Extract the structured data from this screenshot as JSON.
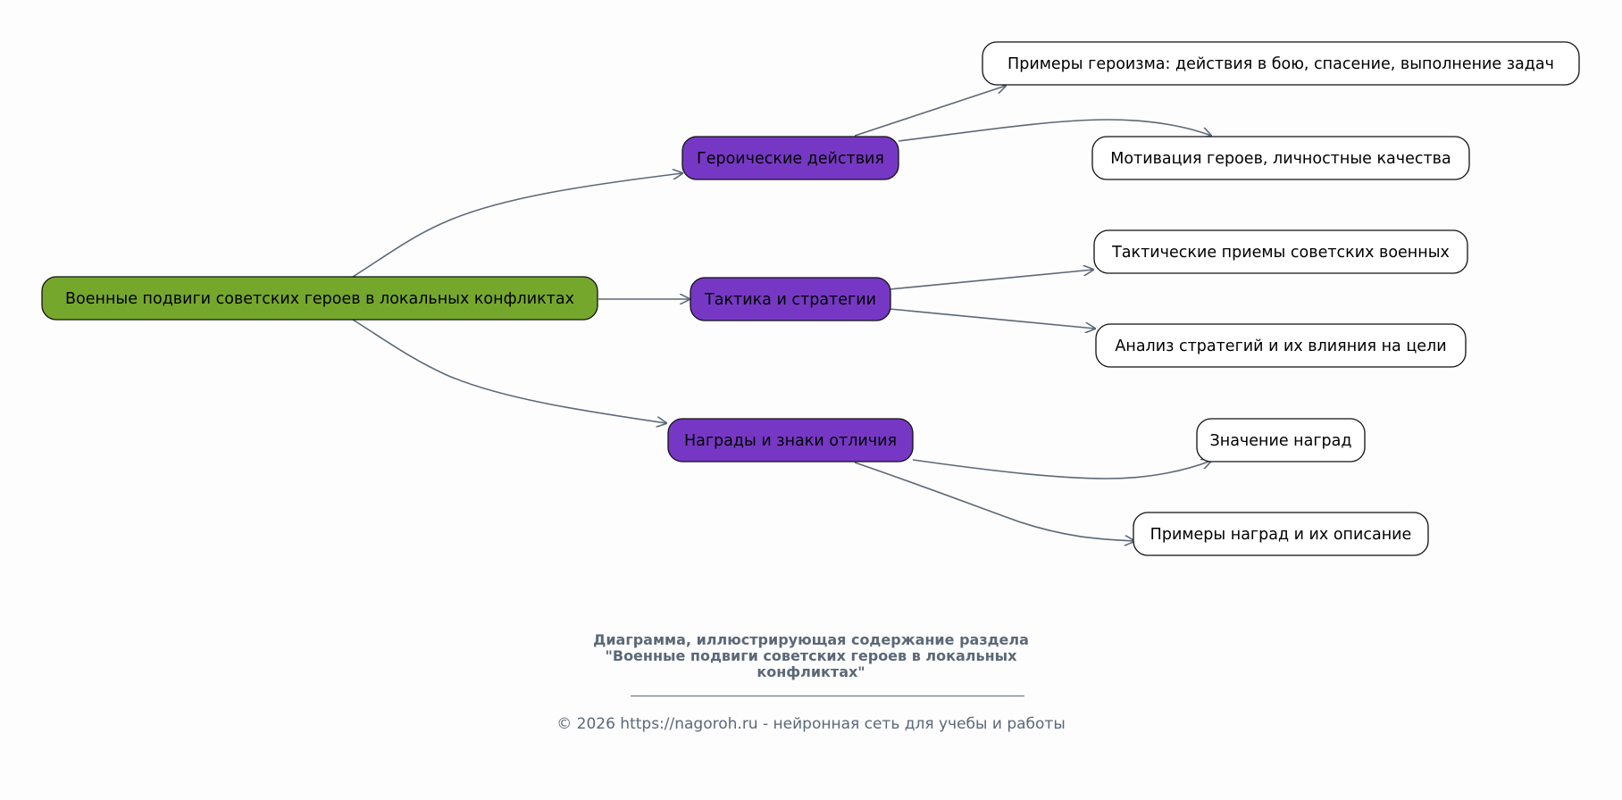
{
  "colors": {
    "root_fill": "#76a72d",
    "branch_fill": "#7638c4",
    "leaf_fill": "#ffffff",
    "node_stroke": "#111111",
    "edge": "#5b6877",
    "caption": "#5b6877"
  },
  "diagram": {
    "root": {
      "id": "root",
      "label": "Военные подвиги советских героев в локальных конфликтах"
    },
    "branches": [
      {
        "id": "b1",
        "label": "Героические действия",
        "children": [
          {
            "id": "l1",
            "label": "Примеры героизма: действия в бою, спасение, выполнение задач"
          },
          {
            "id": "l2",
            "label": "Мотивация героев, личностные качества"
          }
        ]
      },
      {
        "id": "b2",
        "label": "Тактика и стратегии",
        "children": [
          {
            "id": "l3",
            "label": "Тактические приемы советских военных"
          },
          {
            "id": "l4",
            "label": "Анализ стратегий и их влияния на цели"
          }
        ]
      },
      {
        "id": "b3",
        "label": "Награды и знаки отличия",
        "children": [
          {
            "id": "l5",
            "label": "Значение наград"
          },
          {
            "id": "l6",
            "label": "Примеры наград и их описание"
          }
        ]
      }
    ]
  },
  "caption": {
    "title_lines": [
      "Диаграмма, иллюстрирующая содержание раздела",
      "\"Военные подвиги советских героев в локальных",
      "конфликтах\""
    ],
    "footer": "© 2026 https://nagoroh.ru - нейронная сеть для учебы и работы"
  }
}
